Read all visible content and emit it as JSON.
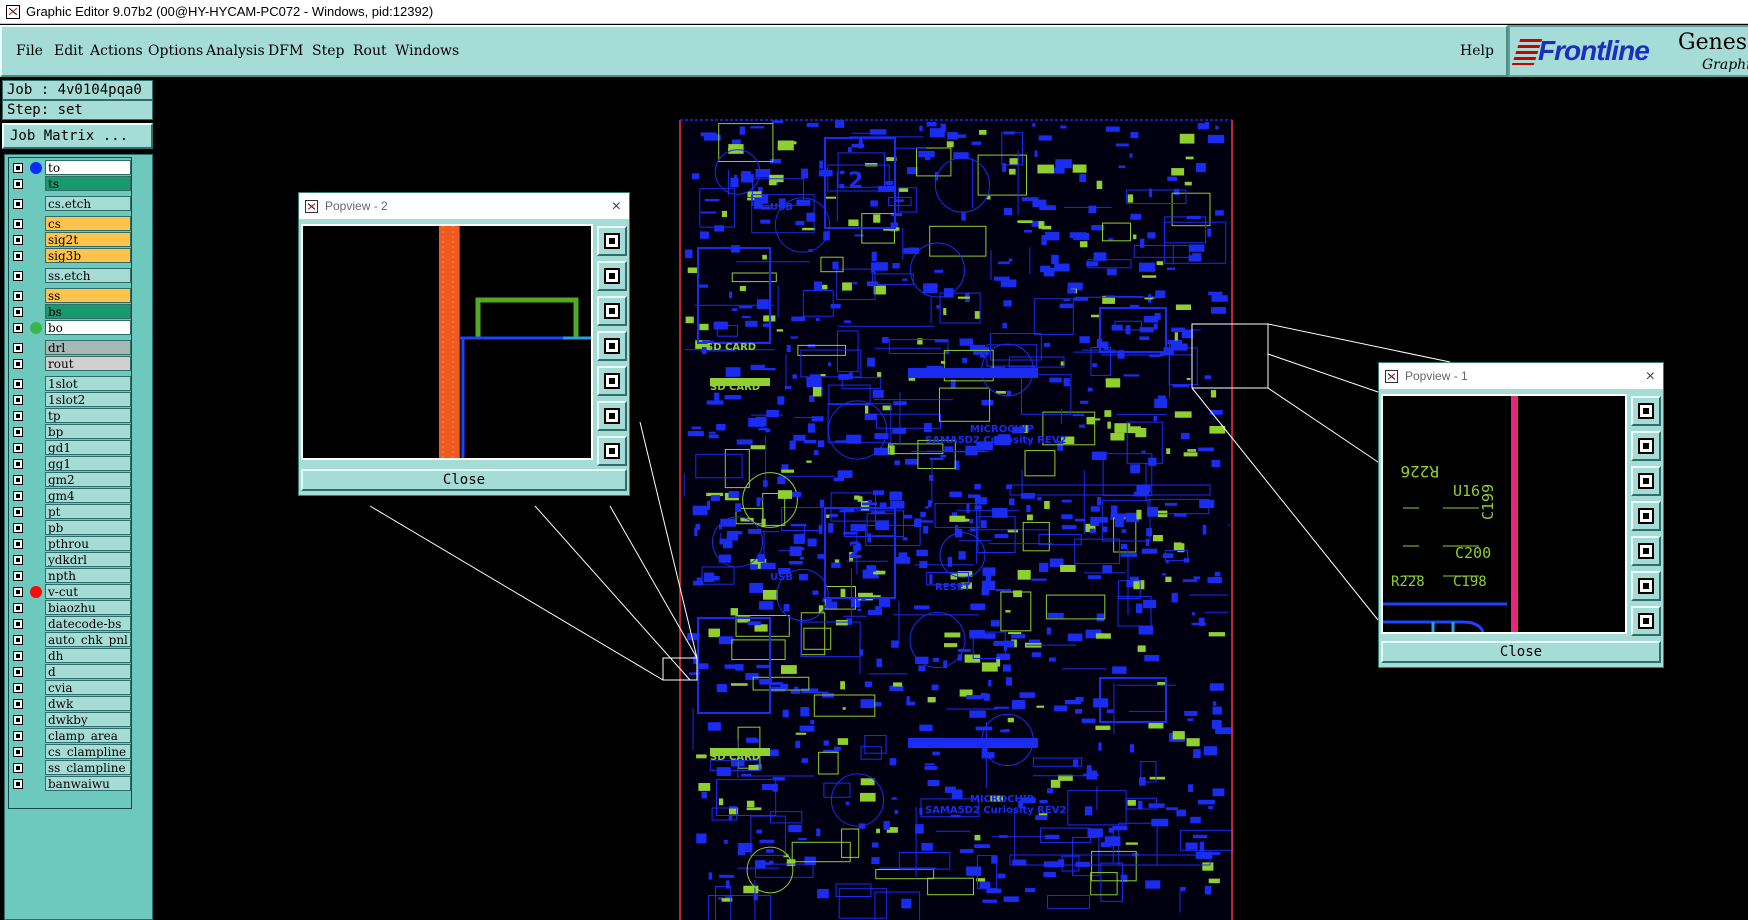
{
  "window": {
    "title": "Graphic Editor 9.07b2 (00@HY-HYCAM-PC072 - Windows, pid:12392)"
  },
  "menu": {
    "file": "File",
    "edit": "Edit",
    "actions": "Actions",
    "options": "Options",
    "analysis": "Analysis",
    "dfm": "DFM",
    "step": "Step",
    "rout": "Rout",
    "windows": "Windows",
    "help": "Help"
  },
  "logo": {
    "brand": "Frontline",
    "product": "Genesis",
    "sub": "Graphic"
  },
  "job": {
    "label": "Job : 4v0104pqa0",
    "step": "Step: set",
    "matrix_button": "Job Matrix ..."
  },
  "colors": {
    "panel": "#a6dcd6",
    "layer_bg": "#6dc8bd",
    "layer_green": "#1a9a6c",
    "layer_orange": "#ffc24d",
    "layer_grey": "#a9b7b5",
    "dot_blue": "#0a2bff",
    "dot_green": "#39b54a",
    "dot_red": "#ff0a0a",
    "pcb_blue": "#1a2cf0",
    "pcb_green": "#8fcf30",
    "profile_red": "#ff3030"
  },
  "layers": [
    {
      "name": "to",
      "color": "#ffffff",
      "dot": "#0a2bff"
    },
    {
      "name": "ts",
      "color": "#1a9a6c",
      "dot": ""
    },
    {
      "name": "cs.etch",
      "color": "#a6dcd6",
      "dot": ""
    },
    {
      "name": "cs",
      "color": "#ffc24d",
      "dot": ""
    },
    {
      "name": "sig2t",
      "color": "#ffc24d",
      "dot": ""
    },
    {
      "name": "sig3b",
      "color": "#ffc24d",
      "dot": ""
    },
    {
      "name": "ss.etch",
      "color": "#a6dcd6",
      "dot": ""
    },
    {
      "name": "ss",
      "color": "#ffc24d",
      "dot": ""
    },
    {
      "name": "bs",
      "color": "#1a9a6c",
      "dot": ""
    },
    {
      "name": "bo",
      "color": "#ffffff",
      "dot": "#39b54a"
    },
    {
      "name": "drl",
      "color": "#a9b7b5",
      "dot": ""
    },
    {
      "name": "rout",
      "color": "#d0d0d0",
      "dot": ""
    },
    {
      "name": "1slot",
      "color": "#a6dcd6",
      "dot": ""
    },
    {
      "name": "1slot2",
      "color": "#a6dcd6",
      "dot": ""
    },
    {
      "name": "tp",
      "color": "#a6dcd6",
      "dot": ""
    },
    {
      "name": "bp",
      "color": "#a6dcd6",
      "dot": ""
    },
    {
      "name": "gd1",
      "color": "#a6dcd6",
      "dot": ""
    },
    {
      "name": "gg1",
      "color": "#a6dcd6",
      "dot": ""
    },
    {
      "name": "gm2",
      "color": "#a6dcd6",
      "dot": ""
    },
    {
      "name": "gm4",
      "color": "#a6dcd6",
      "dot": ""
    },
    {
      "name": "pt",
      "color": "#a6dcd6",
      "dot": ""
    },
    {
      "name": "pb",
      "color": "#a6dcd6",
      "dot": ""
    },
    {
      "name": "pthrou",
      "color": "#a6dcd6",
      "dot": ""
    },
    {
      "name": "ydkdrl",
      "color": "#a6dcd6",
      "dot": ""
    },
    {
      "name": "npth",
      "color": "#a6dcd6",
      "dot": ""
    },
    {
      "name": "v-cut",
      "color": "#a6dcd6",
      "dot": "#ff0a0a"
    },
    {
      "name": "biaozhu",
      "color": "#a6dcd6",
      "dot": ""
    },
    {
      "name": "datecode-bs",
      "color": "#a6dcd6",
      "dot": ""
    },
    {
      "name": "auto_chk_pnl",
      "color": "#a6dcd6",
      "dot": ""
    },
    {
      "name": "dh",
      "color": "#a6dcd6",
      "dot": ""
    },
    {
      "name": "d",
      "color": "#a6dcd6",
      "dot": ""
    },
    {
      "name": "cvia",
      "color": "#a6dcd6",
      "dot": ""
    },
    {
      "name": "dwk",
      "color": "#a6dcd6",
      "dot": ""
    },
    {
      "name": "dwkby",
      "color": "#a6dcd6",
      "dot": ""
    },
    {
      "name": "clamp_area",
      "color": "#a6dcd6",
      "dot": ""
    },
    {
      "name": "cs_clampline",
      "color": "#a6dcd6",
      "dot": ""
    },
    {
      "name": "ss_clampline",
      "color": "#a6dcd6",
      "dot": ""
    },
    {
      "name": "banwaiwu",
      "color": "#a6dcd6",
      "dot": ""
    }
  ],
  "pcb": {
    "labels": [
      "SD CARD",
      "MICROCHIP",
      "SAMA5D2 Curiosity REV2",
      "U16",
      "C198",
      "R228",
      "R226",
      "C200",
      "C199",
      "2",
      "USB",
      "RESET"
    ]
  },
  "popview1": {
    "title": "Popview - 1",
    "close_label": "Close",
    "close_x": "×",
    "labels": [
      "R226",
      "U16",
      "C199",
      "C200",
      "C198",
      "R228"
    ]
  },
  "popview2": {
    "title": "Popview - 2",
    "close_label": "Close",
    "close_x": "×"
  }
}
